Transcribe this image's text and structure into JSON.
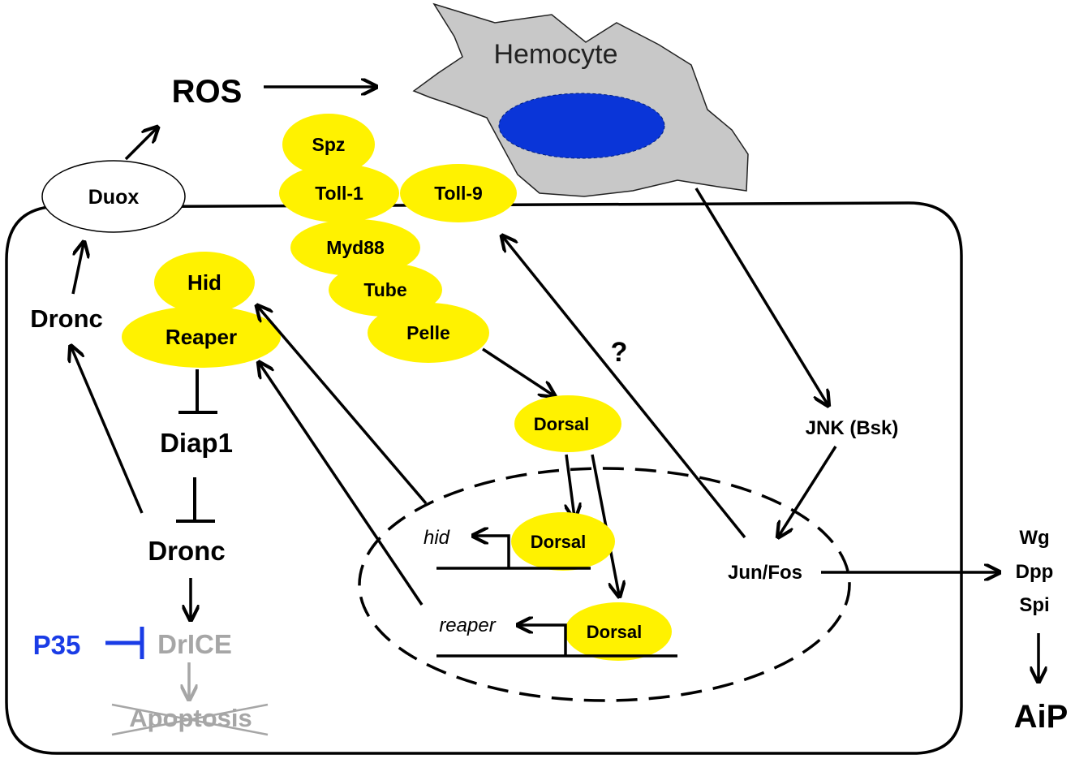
{
  "hemocyte": {
    "label": "Hemocyte",
    "fill": "#C8C8C8",
    "nucleus_color": "#0A35D8"
  },
  "ros": "ROS",
  "duox": "Duox",
  "receptor_complex": {
    "spz": "Spz",
    "toll1": "Toll-1",
    "toll9": "Toll-9",
    "myd88": "Myd88",
    "tube": "Tube",
    "pelle": "Pelle"
  },
  "hid_protein": "Hid",
  "reaper_protein": "Reaper",
  "dronc_top": "Dronc",
  "diap1": "Diap1",
  "dronc_bottom": "Dronc",
  "p35": "P35",
  "p35_color": "#1A3CE6",
  "drice": "DrICE",
  "apoptosis": "Apoptosis",
  "inactive_color": "#A6A6A6",
  "dorsal_cytoplasm": "Dorsal",
  "nucleus": {
    "hid_gene": "hid",
    "reaper_gene": "reaper",
    "dorsal_hid": "Dorsal",
    "dorsal_reaper": "Dorsal"
  },
  "question_mark": "?",
  "jnk": "JNK (Bsk)",
  "jun_fos": "Jun/Fos",
  "outputs": [
    "Wg",
    "Dpp",
    "Spi"
  ],
  "aip": "AiP",
  "colors": {
    "node_fill": "#FFF200"
  }
}
